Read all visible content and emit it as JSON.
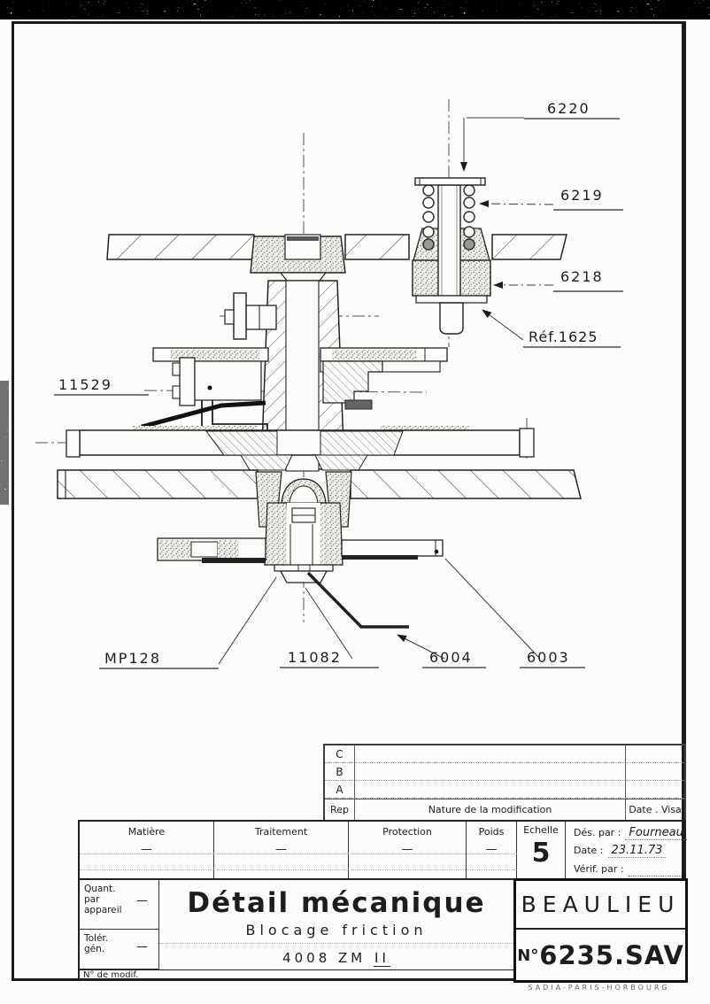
{
  "colors": {
    "ink": "#1d1d1d",
    "paper": "#fcfcfa"
  },
  "labels": {
    "l6220": "6220",
    "l6219": "6219",
    "l6218": "6218",
    "ref1625": "Réf.1625",
    "l11529": "11529",
    "mp128": "MP128",
    "l11082": "11082",
    "l6004": "6004",
    "l6003": "6003"
  },
  "revision": {
    "rows": [
      "C",
      "B",
      "A"
    ],
    "header": {
      "rep": "Rep",
      "nature": "Nature de la modification",
      "date_visa": "Date . Visa"
    }
  },
  "title_block": {
    "dash": "—",
    "matiere": "Matière",
    "traitement": "Traitement",
    "protection": "Protection",
    "poids": "Poids",
    "echelle_label": "Echelle",
    "echelle_value": "5",
    "des_par_label": "Dés. par :",
    "des_par_value": "Fourneau",
    "date_label": "Date :",
    "date_value": "23.11.73",
    "verif_label": "Vérif. par :",
    "quant_lines": [
      "Quant.",
      "par",
      "appareil"
    ],
    "toler_lines": [
      "Tolér.",
      "gén."
    ],
    "num_modif_label": "N° de modif.",
    "title": "Détail mécanique",
    "subtitle": "Blocage friction",
    "model_prefix": "4008 ZM",
    "model_suffix": "II",
    "company": "BEAULIEU",
    "number_prefix": "N°",
    "number": "6235.SAV",
    "footer": "SADIA-PARIS-HORBOURG"
  }
}
